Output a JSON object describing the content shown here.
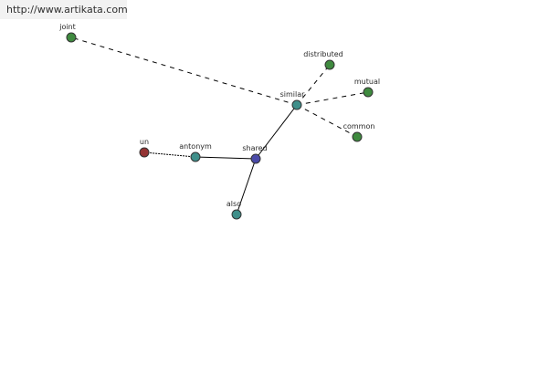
{
  "watermark": "http://www.artikata.com",
  "colors": {
    "center": "#4a4aa8",
    "related": "#3f8f8a",
    "leaf": "#3f8a3f",
    "antonym_leaf": "#943333"
  },
  "nodes": {
    "shared": {
      "label": "shared",
      "kind": "center"
    },
    "similar": {
      "label": "similar",
      "kind": "related"
    },
    "antonym": {
      "label": "antonym",
      "kind": "related"
    },
    "also": {
      "label": "also",
      "kind": "related"
    },
    "joint": {
      "label": "joint",
      "kind": "leaf"
    },
    "distributed": {
      "label": "distributed",
      "kind": "leaf"
    },
    "mutual": {
      "label": "mutual",
      "kind": "leaf"
    },
    "common": {
      "label": "common",
      "kind": "leaf"
    },
    "un": {
      "label": "un",
      "kind": "antonym_leaf"
    }
  },
  "edges": [
    {
      "from": "shared",
      "to": "similar",
      "style": "solid"
    },
    {
      "from": "shared",
      "to": "antonym",
      "style": "solid"
    },
    {
      "from": "shared",
      "to": "also",
      "style": "solid"
    },
    {
      "from": "similar",
      "to": "joint",
      "style": "dashed"
    },
    {
      "from": "similar",
      "to": "distributed",
      "style": "dashed"
    },
    {
      "from": "similar",
      "to": "mutual",
      "style": "dashed"
    },
    {
      "from": "similar",
      "to": "common",
      "style": "dashed"
    },
    {
      "from": "antonym",
      "to": "un",
      "style": "dotted"
    }
  ]
}
